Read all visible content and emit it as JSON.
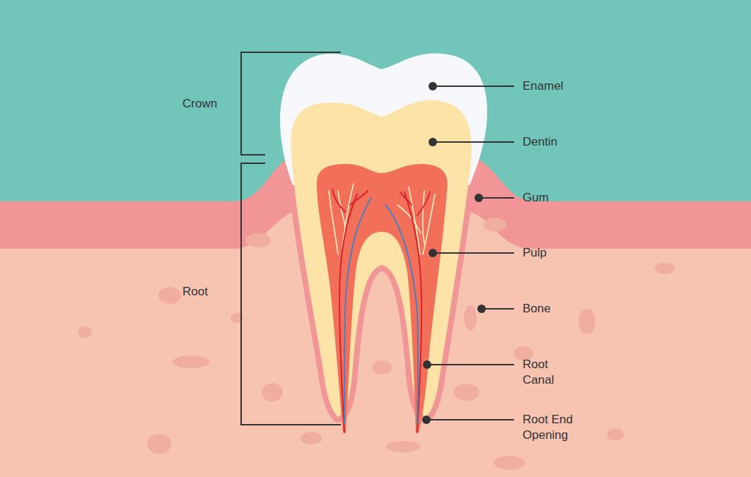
{
  "diagram": {
    "labels": [
      "Crown",
      "Root",
      "Enamel",
      "Dentin",
      "Gum",
      "Pulp",
      "Bone",
      "Root Canal",
      "Root End Opening"
    ]
  }
}
